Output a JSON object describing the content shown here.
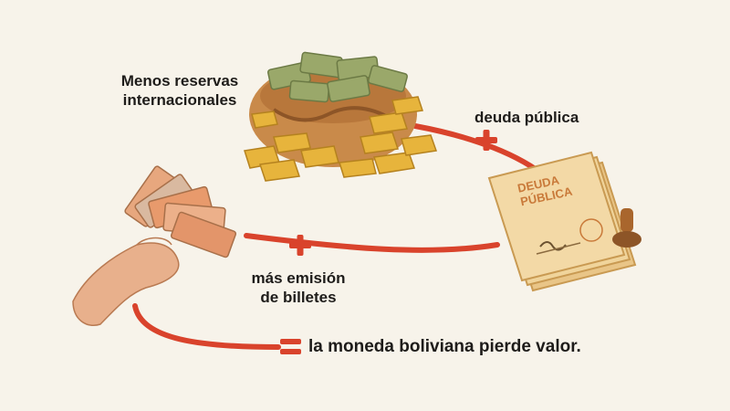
{
  "labels": {
    "reservas_line1": "Menos reservas",
    "reservas_line2": "internacionales",
    "deuda": "deuda pública",
    "emision_line1": "más emisión",
    "emision_line2": "de billetes",
    "result": "la moneda boliviana pierde valor."
  },
  "document": {
    "title_line1": "DEUDA",
    "title_line2": "PÚBLICA"
  },
  "operators": {
    "plus": "+",
    "equals": "="
  },
  "colors": {
    "background": "#f7f3ea",
    "connector": "#d9432c",
    "text": "#1e1c1a",
    "gold": "#e7b43c",
    "money_green": "#9aa86a",
    "bag": "#c98a4a",
    "paper": "#f3d9a6"
  },
  "icons": [
    "money-bag-gold-icon",
    "public-debt-document-icon",
    "hand-with-banknotes-icon",
    "plus-icon",
    "equals-icon"
  ]
}
